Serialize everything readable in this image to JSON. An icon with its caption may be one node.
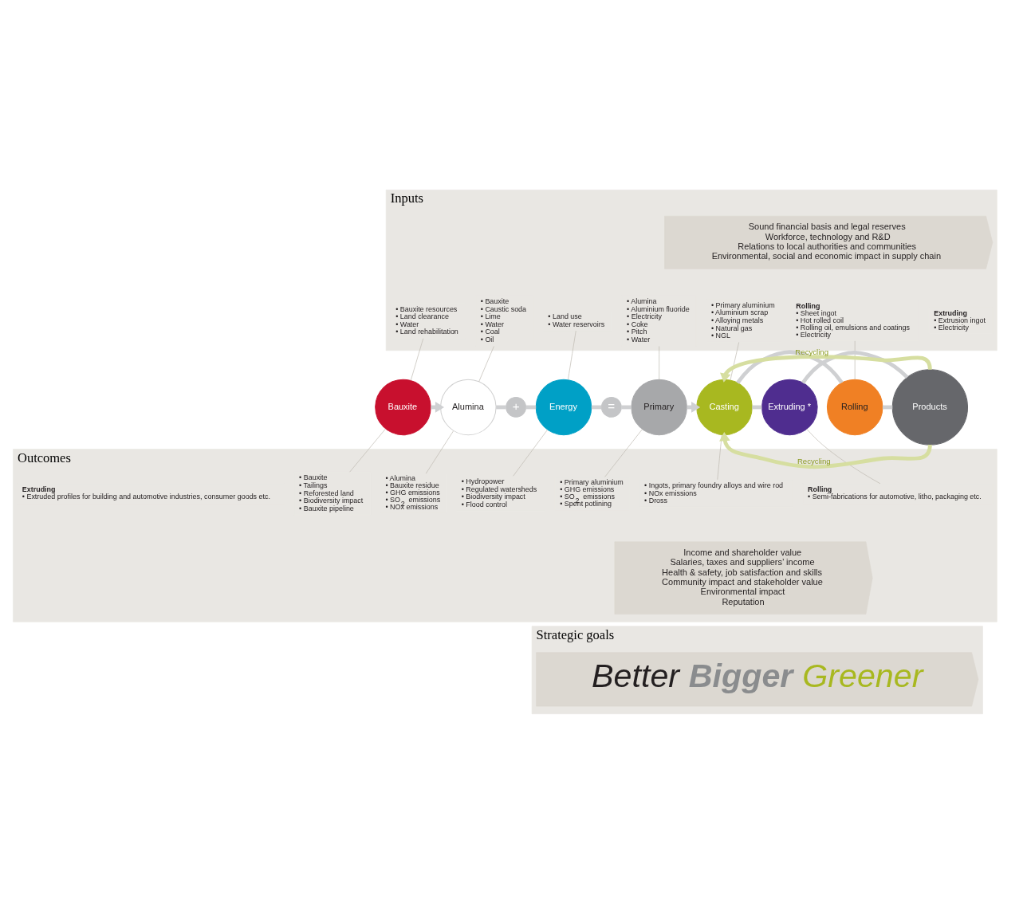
{
  "diagram": {
    "nodes": [
      {
        "text": [
          "Inputs"
        ]
      },
      {
        "text": [
          "Sound financial basis and legal reserves",
          "Workforce, technology and R&D",
          "Relations to local authorities and communities",
          "Environmental, social and economic impact in supply chain"
        ],
        "in": 0
      },
      {
        "text": [
          "• Bauxite resources",
          "• Land clearance",
          "• Water",
          "• Land rehabilitation"
        ],
        "in": 0
      },
      {
        "text": [
          "• Bauxite",
          "• Caustic soda",
          "• Lime",
          "• Water",
          "• Coal",
          "• Oil"
        ],
        "in": 0
      },
      {
        "text": [
          "• Land use",
          "• Water reservoirs"
        ],
        "in": 0
      },
      {
        "text": [
          "• Alumina",
          "• Aluminium fluoride",
          "• Electricity",
          "• Coke",
          "• Pitch",
          "• Water"
        ],
        "in": 0
      },
      {
        "text": [
          "• Primary aluminium",
          "• Aluminium scrap",
          "• Alloying metals",
          "• Natural gas",
          "• NGL"
        ],
        "in": 0
      },
      {
        "text": [
          "Rolling",
          "• Sheet ingot",
          "• Hot rolled coil",
          "• Rolling oil, emulsions and coatings",
          "• Electricity"
        ],
        "in": 0
      },
      {
        "text": [
          "Extruding",
          "• Extrusion ingot",
          "• Electricity"
        ],
        "in": 0
      },
      {
        "text": [
          "Bauxite"
        ]
      },
      {
        "text": [
          "Alumina"
        ]
      },
      {
        "text": [
          "+"
        ]
      },
      {
        "text": [
          "Energy"
        ]
      },
      {
        "text": [
          "="
        ]
      },
      {
        "text": [
          "Primary"
        ]
      },
      {
        "text": [
          "Casting"
        ]
      },
      {
        "text": [
          "Rolling"
        ]
      },
      {
        "text": [
          "Extruding *"
        ]
      },
      {
        "text": [
          "Products"
        ]
      },
      {
        "text": [
          "Outcomes"
        ]
      },
      {
        "text": [
          "• Bauxite",
          "• Tailings",
          "• Reforested land",
          "• Biodiversity impact",
          "• Bauxite pipeline"
        ],
        "in": 19
      },
      {
        "text": [
          "• Alumina",
          "• Bauxite residue",
          "• GHG emissions",
          "• SO$_{2}$ emissions",
          "• NOx emissions"
        ],
        "in": 19
      },
      {
        "text": [
          "• Hydropower",
          "• Regulated watersheds",
          "• Biodiversity impact",
          "• Flood control"
        ],
        "in": 19
      },
      {
        "text": [
          "• Primary aluminium",
          "• GHG emissions",
          "• SO$_{2}$ emissions",
          "• Spent potlining"
        ],
        "in": 19
      },
      {
        "text": [
          "• Ingots, primary foundry alloys and wire rod",
          "• NOx emissions",
          "• Dross"
        ],
        "in": 19
      },
      {
        "text": [
          "Rolling",
          "• Semi-fabrications for automotive, litho, packaging etc."
        ],
        "in": 19
      },
      {
        "text": [
          "Extruding",
          "• Extruded profiles for building and automotive industries, consumer goods etc."
        ],
        "in": 19
      },
      {
        "text": [
          "Income and shareholder value",
          "Salaries, taxes and suppliers’ income",
          "Health & safety, job satisfaction and skills",
          "Community impact and stakeholder value",
          "Environmental impact",
          "Reputation"
        ],
        "in": 19
      },
      {
        "text": [
          "Strategic goals"
        ]
      },
      {
        "text": [
          "Better",
          "Bigger",
          "Greener"
        ],
        "in": 28
      }
    ],
    "edges": [
      {
        "from": 9,
        "to": 10,
        "arrow": "to",
        "style": "thick",
        "color": "#cfd0d2"
      },
      {
        "from": 10,
        "to": 11,
        "arrow": "none",
        "style": "thick",
        "color": "#cfd0d2"
      },
      {
        "from": 11,
        "to": 12,
        "arrow": "none",
        "style": "thick",
        "color": "#cfd0d2"
      },
      {
        "from": 12,
        "to": 13,
        "arrow": "none",
        "style": "thick",
        "color": "#cfd0d2"
      },
      {
        "from": 13,
        "to": 14,
        "arrow": "none",
        "style": "thick",
        "color": "#cfd0d2"
      },
      {
        "from": 14,
        "to": 15,
        "arrow": "to",
        "style": "thick",
        "color": "#cfd0d2"
      },
      {
        "from": 15,
        "to": 16,
        "arrow": "none",
        "style": "thick",
        "color": "#cfd0d2"
      },
      {
        "from": 16,
        "to": 18,
        "arrow": "none",
        "style": "thick",
        "color": "#cfd0d2"
      },
      {
        "from": 15,
        "to": 17,
        "arrow": "none",
        "style": "thick",
        "color": "#cfd0d2"
      },
      {
        "from": 17,
        "to": 18,
        "arrow": "none",
        "style": "thick",
        "color": "#cfd0d2"
      },
      {
        "from": 18,
        "to": 15,
        "label": "Recycling",
        "arrow": "to",
        "style": "thick",
        "color": "#d6dea0"
      },
      {
        "from": 18,
        "to": 15,
        "label": "Recycling",
        "arrow": "to",
        "style": "thick",
        "color": "#d6dea0"
      },
      {
        "from": 2,
        "to": 9,
        "arrow": "none"
      },
      {
        "from": 3,
        "to": 10,
        "arrow": "none"
      },
      {
        "from": 4,
        "to": 12,
        "arrow": "none"
      },
      {
        "from": 5,
        "to": 14,
        "arrow": "none"
      },
      {
        "from": 6,
        "to": 15,
        "arrow": "none"
      },
      {
        "from": 7,
        "to": 16,
        "arrow": "none"
      },
      {
        "from": 9,
        "to": 20,
        "arrow": "none"
      },
      {
        "from": 10,
        "to": 21,
        "arrow": "none"
      },
      {
        "from": 12,
        "to": 22,
        "arrow": "none"
      },
      {
        "from": 14,
        "to": 23,
        "arrow": "none"
      },
      {
        "from": 15,
        "to": 24,
        "arrow": "none"
      },
      {
        "from": 17,
        "to": 25,
        "arrow": "none"
      }
    ]
  }
}
